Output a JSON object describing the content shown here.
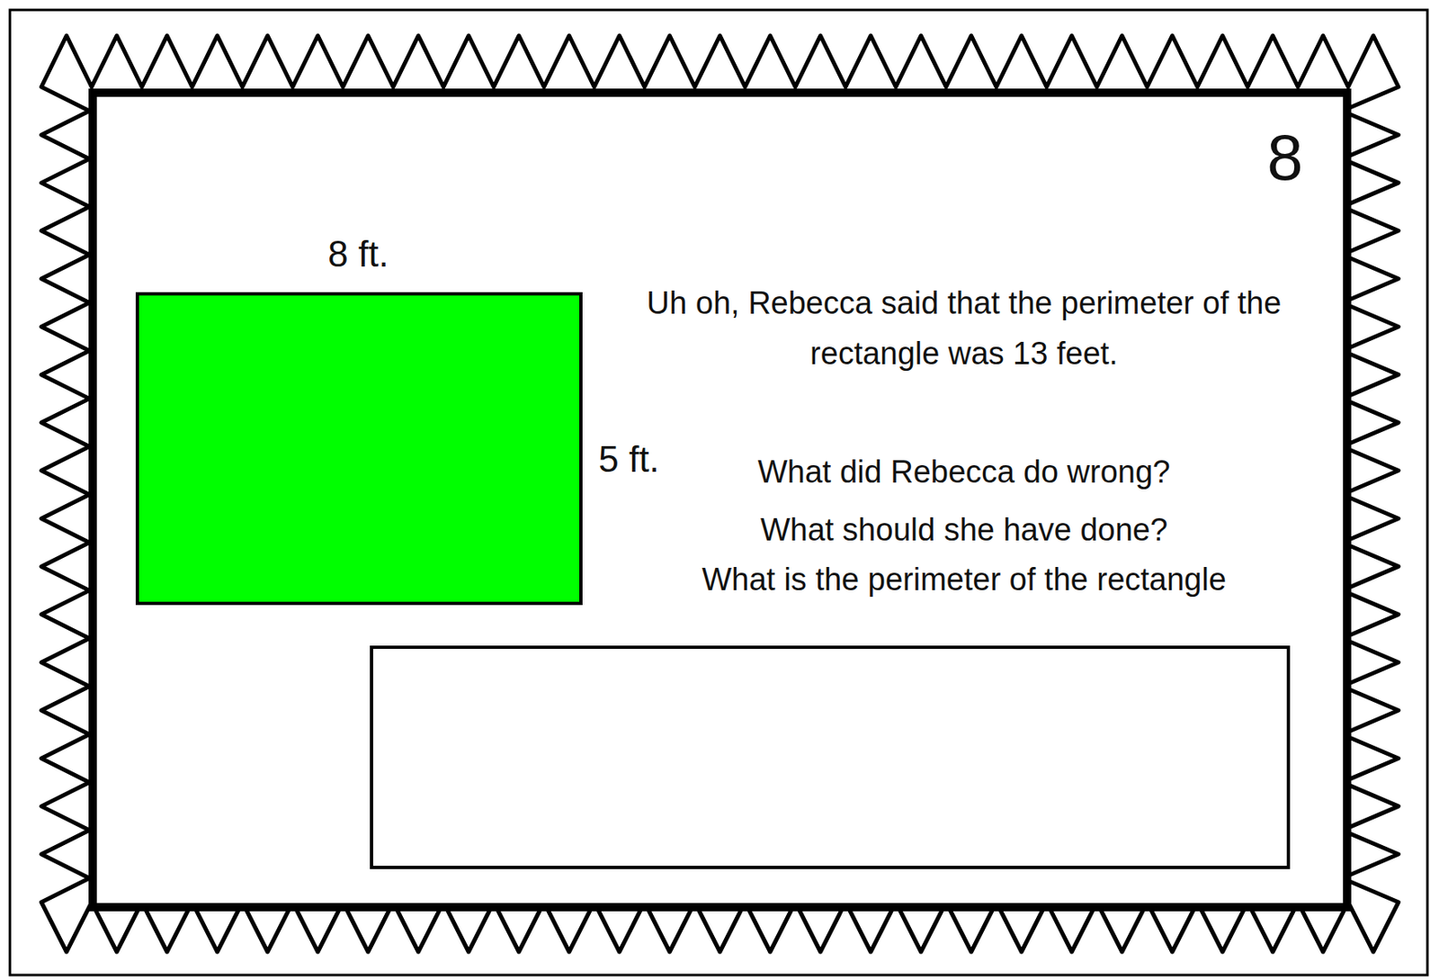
{
  "diagram": {
    "labels": [
      "8",
      "8 ft.",
      "5 ft.",
      "Uh oh, Rebecca said that the perimeter of the rectangle was 13 feet.",
      "What did Rebecca do wrong?",
      "What should she have done?",
      "What is the perimeter of the rectangle"
    ]
  }
}
